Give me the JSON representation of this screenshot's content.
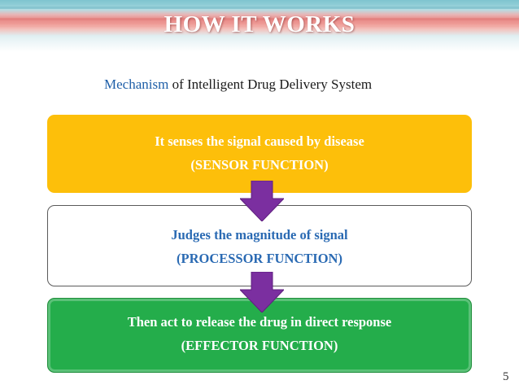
{
  "slide": {
    "title": "HOW IT WORKS",
    "subtitle_accent": "Mechanism",
    "subtitle_rest": " of Intelligent Drug Delivery System",
    "page_number": "5"
  },
  "steps": [
    {
      "line1": "It senses the signal caused by disease",
      "line2": "(SENSOR FUNCTION)"
    },
    {
      "line1": "Judges the magnitude of  signal",
      "line2": "(PROCESSOR FUNCTION)"
    },
    {
      "line1": "Then act to release the drug in direct response",
      "line2": "(EFFECTOR FUNCTION)"
    }
  ],
  "colors": {
    "sensor_box": "#fdbf0a",
    "processor_text": "#2a6ab3",
    "effector_box": "#24ad4b",
    "arrow": "#7b2fa0",
    "subtitle_accent": "#1f5fa8"
  }
}
